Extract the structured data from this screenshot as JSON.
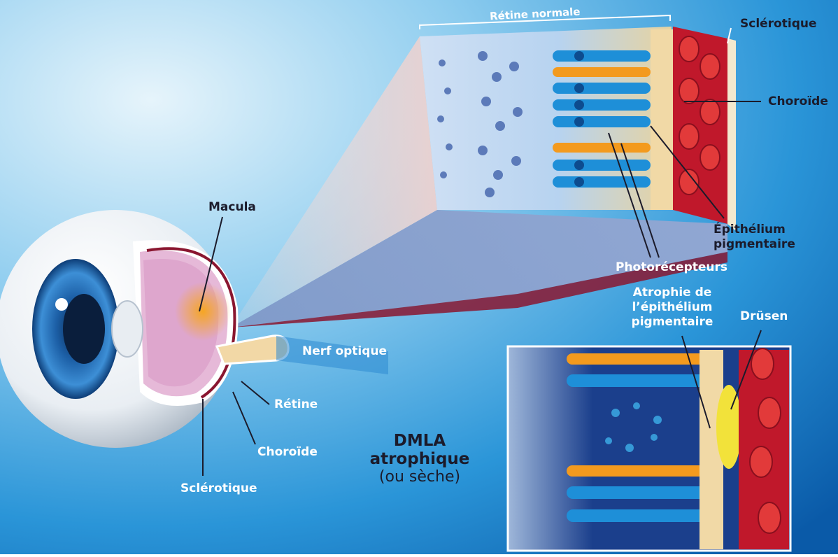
{
  "labels": {
    "retine_normale": "Rétine normale",
    "sclerotique_top": "Sclérotique",
    "choroide_right": "Choroïde",
    "epithelium": "Épithélium pigmentaire",
    "photorecepteurs": "Photorécepteurs",
    "macula": "Macula",
    "nerf_optique": "Nerf optique",
    "retine": "Rétine",
    "choroide_eye": "Choroïde",
    "sclerotique_eye": "Sclérotique",
    "atrophie": "Atrophie de l’épithélium pigmentaire",
    "drusen": "Drüsen",
    "dmla_title": "DMLA atrophique",
    "dmla_subtitle": "(ou sèche)"
  },
  "colors": {
    "background_light": "#cfe9f7",
    "background_dark": "#0a5aa8",
    "label_dark": "#1b1b2b",
    "label_light": "#ffffff",
    "choroid_red": "#c0182b",
    "photoreceptor_orange": "#f39a1e",
    "photoreceptor_blue": "#1e8fd8",
    "drusen_yellow": "#f2e23a",
    "macula_orange": "#f6a623"
  }
}
